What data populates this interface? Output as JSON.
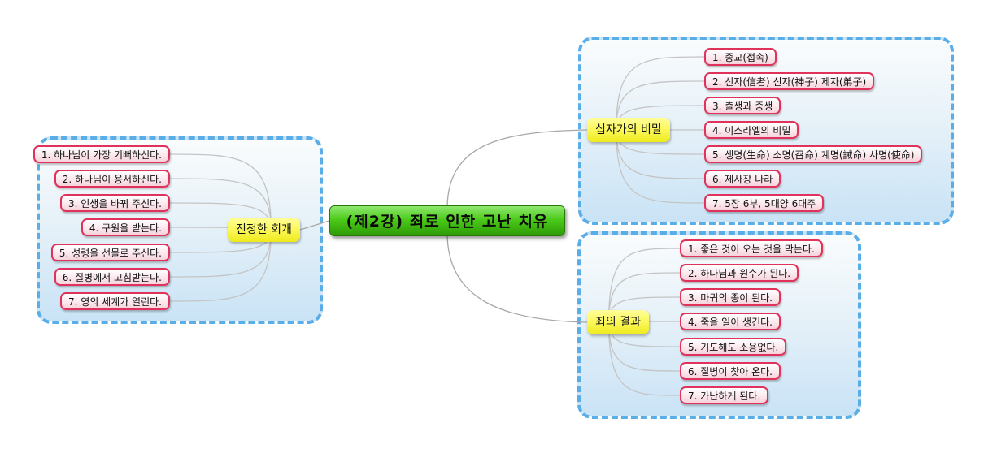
{
  "central_topic": "(제2강) 죄로 인한 고난 치유",
  "colors": {
    "central": "#4ccb1a",
    "branch": "#fbf75a",
    "leaf_border": "#e0325a",
    "group_border": "#5aaee8"
  },
  "branches": [
    {
      "title": "진정한 회개",
      "items": [
        "1. 하나님이 가장 기뻐하신다.",
        "2. 하나님이 용서하신다.",
        "3. 인생을 바꿔 주신다.",
        "4. 구원을 받는다.",
        "5. 성령을 선물로 주신다.",
        "6. 질병에서 고침받는다.",
        "7. 영의 세계가 열린다."
      ]
    },
    {
      "title": "십자가의 비밀",
      "items": [
        "1. 종교(접속)",
        "2. 신자(信者) 신자(神子) 제자(弟子)",
        "3. 출생과 중생",
        "4. 이스라엘의 비밀",
        "5. 생명(生命) 소명(召命) 계명(誡命) 사명(使命)",
        "6. 제사장 나라",
        "7. 5장 6부, 5대양 6대주"
      ]
    },
    {
      "title": "죄의 결과",
      "items": [
        "1. 좋은 것이 오는 것을 막는다.",
        "2. 하나님과 원수가 된다.",
        "3. 마귀의 종이 된다.",
        "4. 죽을 일이 생긴다.",
        "5. 기도해도 소용없다.",
        "6. 질병이 찾아 온다.",
        "7. 가난하게 된다."
      ]
    }
  ]
}
